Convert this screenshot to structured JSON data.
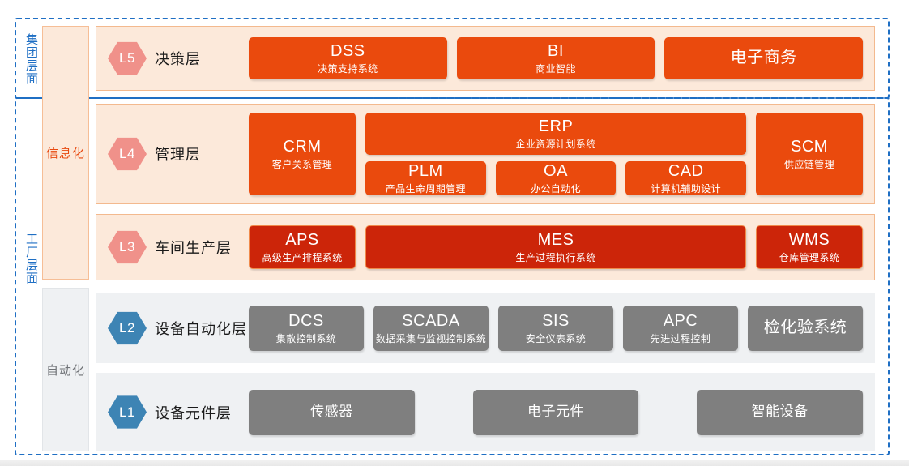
{
  "scopes": {
    "group": "集团层面",
    "factory": "工厂层面"
  },
  "rails": {
    "informatization": "信息化",
    "automation": "自动化"
  },
  "colors": {
    "dashed_border": "#1F6FC4",
    "warm_panel_bg": "#FCE9DA",
    "warm_panel_border": "#F3B98E",
    "cool_panel_bg": "#EFF1F3",
    "orange_block": "#EA4A0D",
    "red_block": "#CC2509",
    "gray_block": "#7F7F7F",
    "hex_salmon": "#F0918A",
    "hex_blue": "#3D84B4"
  },
  "layers": {
    "l5": {
      "badge": "L5",
      "name": "决策层",
      "blocks": [
        {
          "code": "DSS",
          "desc": "决策支持系统"
        },
        {
          "code": "BI",
          "desc": "商业智能"
        },
        {
          "code": "电子商务",
          "desc": ""
        }
      ]
    },
    "l4": {
      "badge": "L4",
      "name": "管理层",
      "crm": {
        "code": "CRM",
        "desc": "客户关系管理"
      },
      "erp": {
        "code": "ERP",
        "desc": "企业资源计划系统"
      },
      "erp_sub": [
        {
          "code": "PLM",
          "desc": "产品生命周期管理"
        },
        {
          "code": "OA",
          "desc": "办公自动化"
        },
        {
          "code": "CAD",
          "desc": "计算机辅助设计"
        }
      ],
      "scm": {
        "code": "SCM",
        "desc": "供应链管理"
      }
    },
    "l3": {
      "badge": "L3",
      "name": "车间生产层",
      "blocks": [
        {
          "code": "APS",
          "desc": "高级生产排程系统"
        },
        {
          "code": "MES",
          "desc": "生产过程执行系统"
        },
        {
          "code": "WMS",
          "desc": "仓库管理系统"
        }
      ]
    },
    "l2": {
      "badge": "L2",
      "name": "设备自动化层",
      "blocks": [
        {
          "code": "DCS",
          "desc": "集散控制系统"
        },
        {
          "code": "SCADA",
          "desc": "数据采集与监视控制系统"
        },
        {
          "code": "SIS",
          "desc": "安全仪表系统"
        },
        {
          "code": "APC",
          "desc": "先进过程控制"
        },
        {
          "code": "检化验系统",
          "desc": ""
        }
      ]
    },
    "l1": {
      "badge": "L1",
      "name": "设备元件层",
      "blocks": [
        {
          "code": "传感器",
          "desc": ""
        },
        {
          "code": "电子元件",
          "desc": ""
        },
        {
          "code": "智能设备",
          "desc": ""
        }
      ]
    }
  }
}
